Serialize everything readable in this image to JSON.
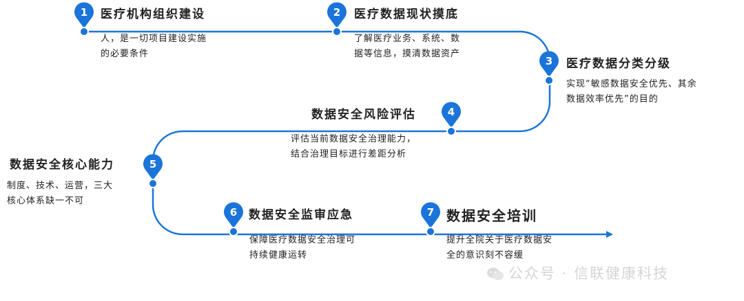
{
  "colors": {
    "path": "#1a74d9",
    "pin": "#1a74d9"
  },
  "steps": [
    {
      "num": "1",
      "title": "医疗机构组织建设",
      "desc_lines": [
        "人，是一切项目建设实施",
        "的必要条件"
      ]
    },
    {
      "num": "2",
      "title": "医疗数据现状摸底",
      "desc_lines": [
        "了解医疗业务、系统、数",
        "据等信息，摸清数据资产"
      ]
    },
    {
      "num": "3",
      "title": "医疗数据分类分级",
      "desc_lines": [
        "实现“敏感数据安全优先、其余",
        "数据效率优先”的目的"
      ]
    },
    {
      "num": "4",
      "title": "数据安全风险评估",
      "desc_lines": [
        "评估当前数据安全治理能力，",
        "结合治理目标进行差距分析"
      ]
    },
    {
      "num": "5",
      "title": "数据安全核心能力",
      "desc_lines": [
        "制度、技术、运营，三大",
        "核心体系缺一不可"
      ]
    },
    {
      "num": "6",
      "title": "数据安全监审应急",
      "desc_lines": [
        "保障医疗数据安全治理可",
        "持续健康运转"
      ]
    },
    {
      "num": "7",
      "title": "数据安全培训",
      "desc_lines": [
        "提升全院关于医疗数据安",
        "全的意识刻不容缓"
      ]
    }
  ],
  "watermark": "公众号 · 信联健康科技"
}
